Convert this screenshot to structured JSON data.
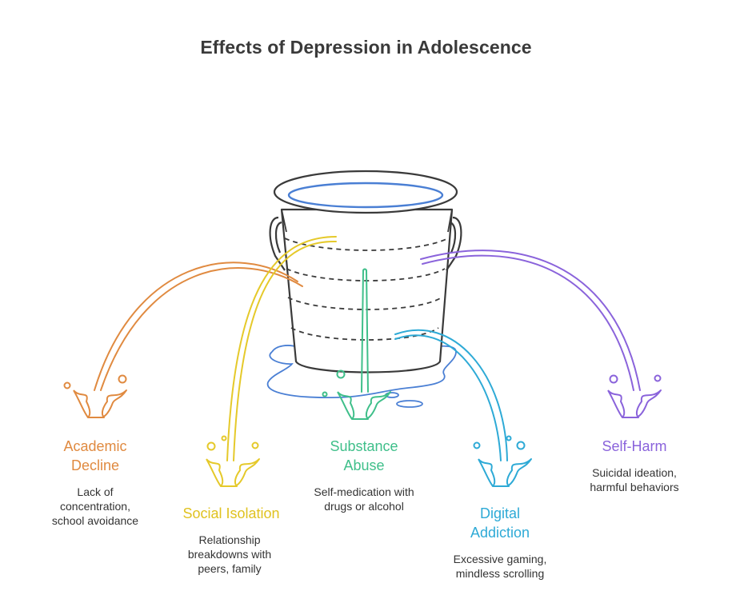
{
  "title": "Effects of Depression in Adolescence",
  "effects": [
    {
      "label_line1": "Academic",
      "label_line2": "Decline",
      "desc_line1": "Lack of",
      "desc_line2": "concentration,",
      "desc_line3": "school avoidance",
      "color": "#e08a40"
    },
    {
      "label_line1": "Social Isolation",
      "desc_line1": "Relationship",
      "desc_line2": "breakdowns with",
      "desc_line3": "peers, family",
      "color": "#e5c92a"
    },
    {
      "label_line1": "Substance",
      "label_line2": "Abuse",
      "desc_line1": "Self-medication with",
      "desc_line2": "drugs or alcohol",
      "color": "#3fbf8a"
    },
    {
      "label_line1": "Digital",
      "label_line2": "Addiction",
      "desc_line1": "Excessive gaming,",
      "desc_line2": "mindless scrolling",
      "color": "#2eaad6"
    },
    {
      "label_line1": "Self-Harm",
      "desc_line1": "Suicidal ideation,",
      "desc_line2": "harmful behaviors",
      "color": "#8a63db"
    }
  ],
  "bucket": {
    "outline": "#3a3a3a",
    "water": "#4a7fd4"
  }
}
